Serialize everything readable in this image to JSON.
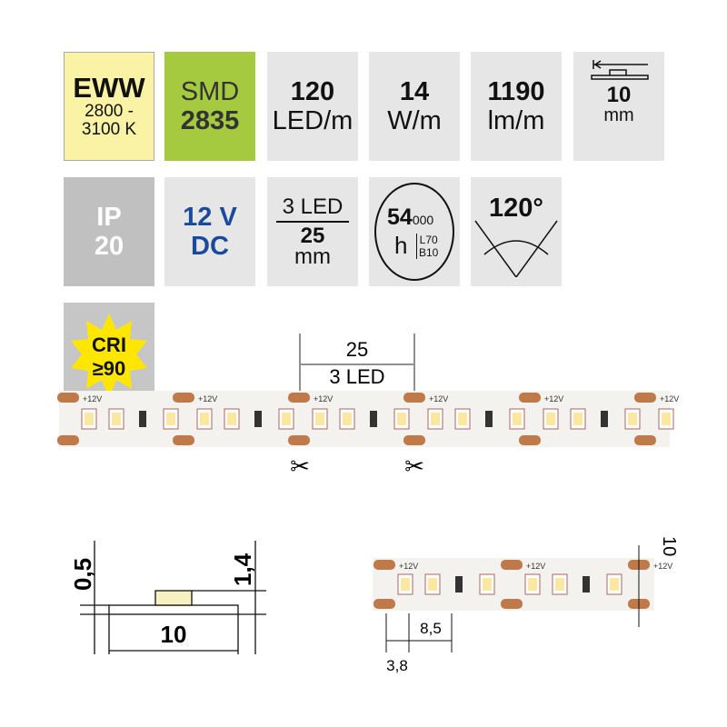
{
  "tiles": {
    "color": {
      "code": "EWW",
      "range_line1": "2800 -",
      "range_line2": "3100 K",
      "bg": "#faf3a5"
    },
    "chip": {
      "type": "SMD",
      "model": "2835",
      "bg": "#a5c93f"
    },
    "density": {
      "value": "120",
      "unit": "LED/m"
    },
    "power": {
      "value": "14",
      "unit": "W/m"
    },
    "flux": {
      "value": "1190",
      "unit": "lm/m"
    },
    "width": {
      "value": "10",
      "unit": "mm"
    },
    "ip": {
      "label": "IP",
      "value": "20",
      "bg": "#c0c0c0"
    },
    "voltage": {
      "line1": "12 V",
      "line2": "DC",
      "color": "#1a4a9c"
    },
    "cut": {
      "leds": "3 LED",
      "length": "25",
      "unit": "mm"
    },
    "lifetime": {
      "value": "54",
      "suffix": "000",
      "unit": "h",
      "l": "L70",
      "b": "B10"
    },
    "angle": {
      "value": "120°"
    },
    "cri": {
      "label": "CRI",
      "value": "≥90",
      "star": "#ffe600"
    }
  },
  "strip_top": {
    "dim_length": "25",
    "dim_leds": "3 LED",
    "pad_label": "+12V",
    "neg_label": "--"
  },
  "cross_section": {
    "thickness": "0,5",
    "height": "1,4",
    "width": "10"
  },
  "strip_bottom": {
    "pad_label": "+12V",
    "pitch1": "3,8",
    "pitch2": "8,5",
    "width": "10"
  }
}
